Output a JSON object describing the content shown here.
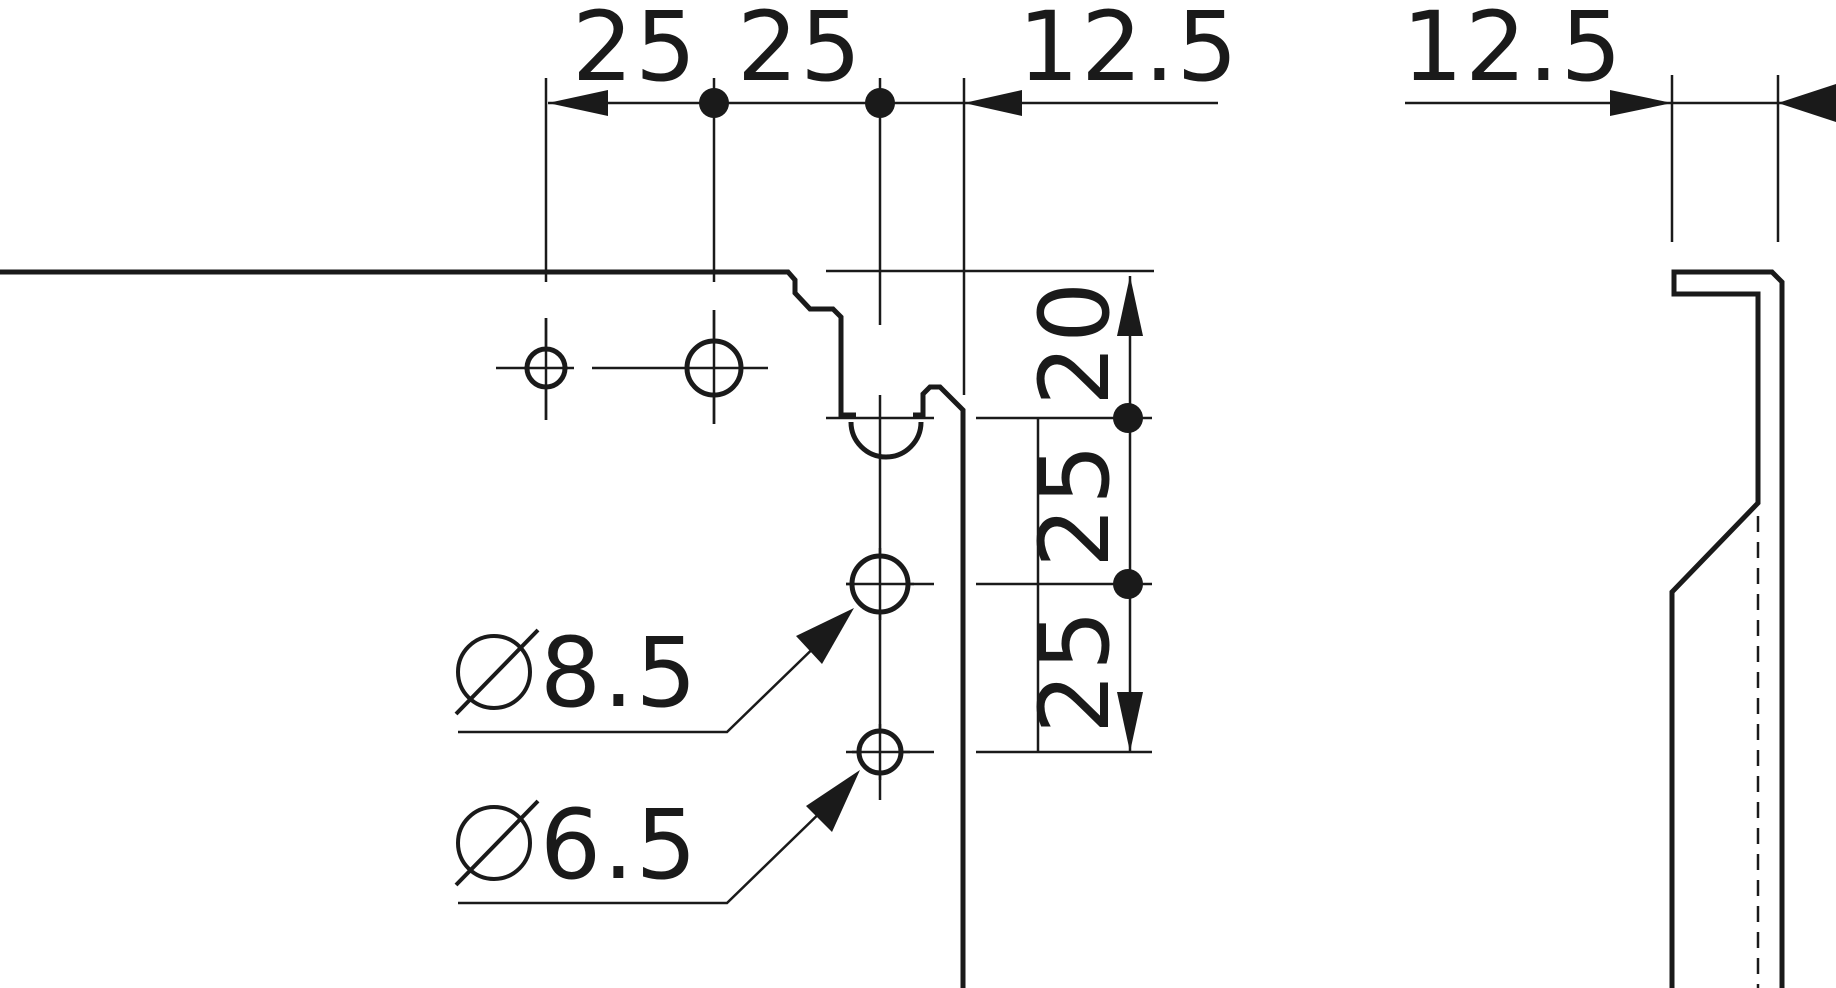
{
  "dimensions": {
    "top_left": "25",
    "top_middle": "25",
    "top_right": "12.5",
    "side_right": "12.5",
    "vertical_top": "20",
    "vertical_middle": "25",
    "vertical_bottom": "25",
    "hole_large": "8.5",
    "hole_small": "6.5"
  },
  "symbols": {
    "diameter": "diameter-symbol"
  },
  "colors": {
    "line": "#1a1a1a",
    "background": "#ffffff"
  }
}
